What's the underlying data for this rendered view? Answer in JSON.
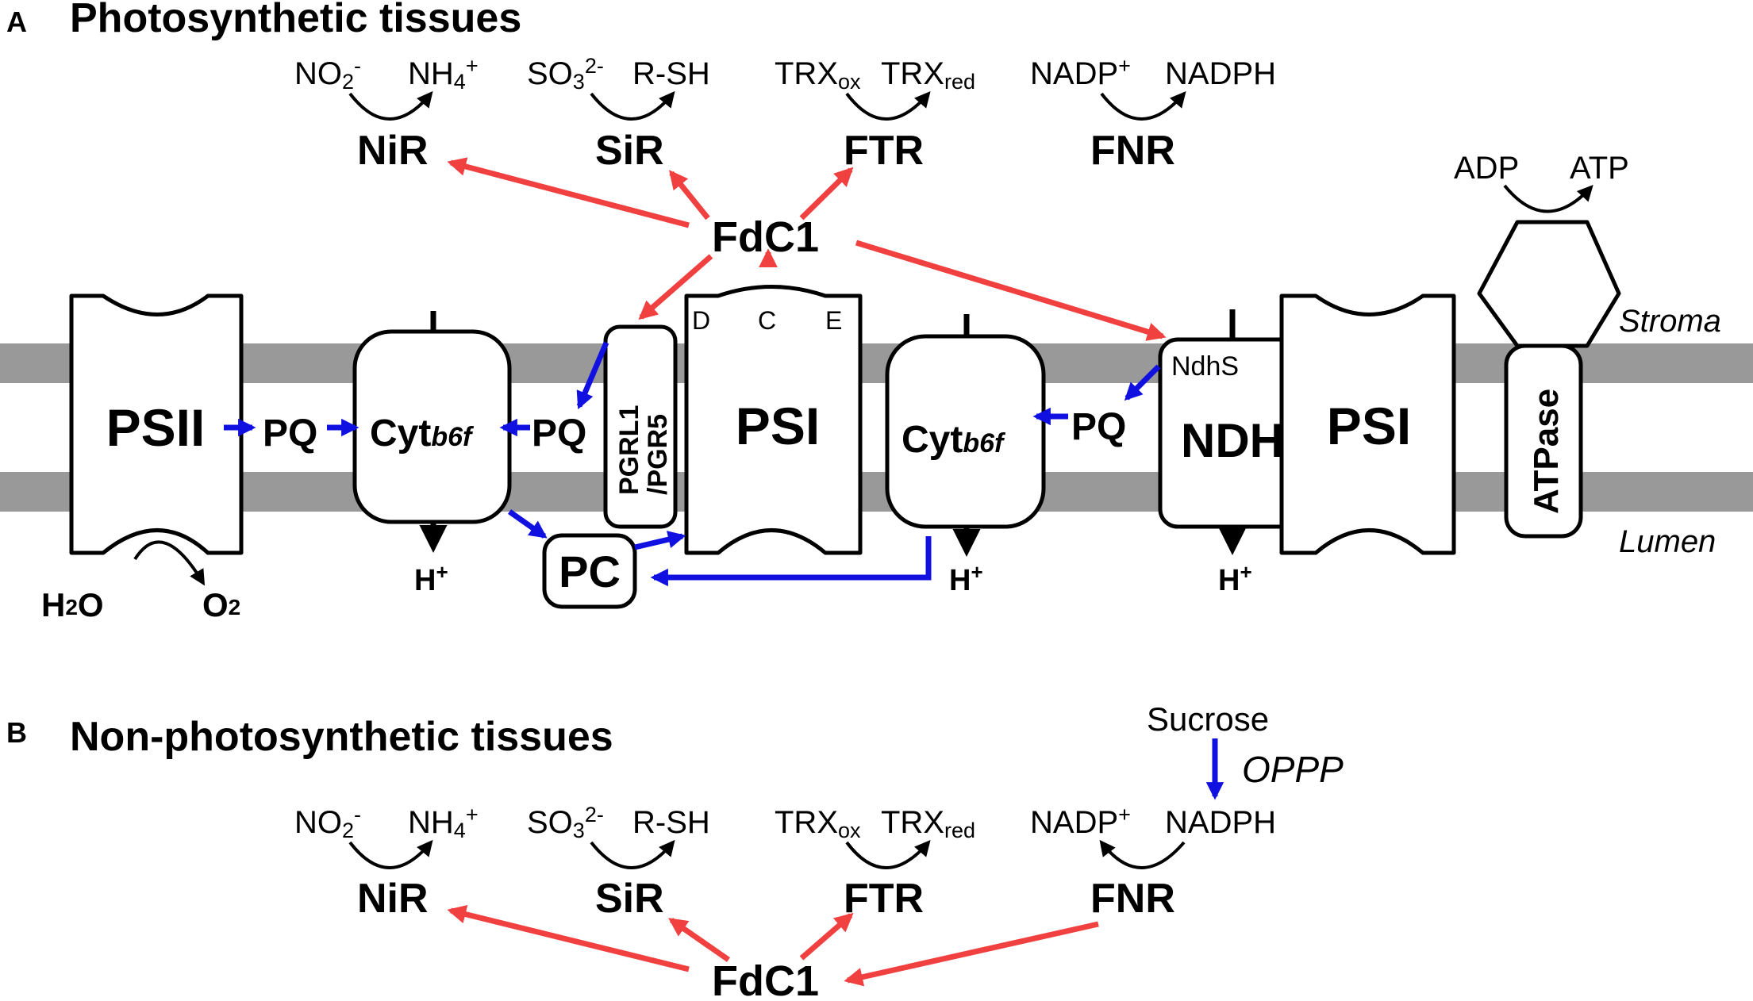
{
  "panel_a": {
    "letter": "A",
    "title": "Photosynthetic tissues",
    "reactions": {
      "nir": {
        "sub": "NO",
        "sub_sub": "2",
        "sub_sup": "-",
        "prod": "NH",
        "prod_sub": "4",
        "prod_sup": "+",
        "enzyme": "NiR"
      },
      "sir": {
        "sub": "SO",
        "sub_sub": "3",
        "sub_sup": "2-",
        "prod": "R-SH",
        "enzyme": "SiR"
      },
      "ftr": {
        "sub": "TRX",
        "sub_sub": "ox",
        "prod": "TRX",
        "prod_sub": "red",
        "enzyme": "FTR"
      },
      "fnr": {
        "sub": "NADP",
        "sub_sup": "+",
        "prod": "NADPH",
        "enzyme": "FNR"
      }
    },
    "fdc1": "FdC1",
    "atp": {
      "sub": "ADP",
      "prod": "ATP"
    },
    "stroma": "Stroma",
    "lumen": "Lumen",
    "psii": "PSII",
    "pq": "PQ",
    "cyt": "Cyt",
    "cyt_sub": "b6f",
    "pgrl": "PGRL1",
    "pgr5": "/PGR5",
    "psi": "PSI",
    "psi_d": "D",
    "psi_c": "C",
    "psi_e": "E",
    "ndh": "NDH",
    "ndhs": "NdhS",
    "atpase": "ATPase",
    "pc": "PC",
    "h": "H",
    "h_sup": "+",
    "h2o": "H",
    "h2o_sub": "2",
    "h2o_end": "O",
    "o2": "O",
    "o2_sub": "2"
  },
  "panel_b": {
    "letter": "B",
    "title": "Non-photosynthetic tissues",
    "sucrose": "Sucrose",
    "oppp": "OPPP",
    "fdc1": "FdC1"
  },
  "colors": {
    "red": "#f04040",
    "blue": "#1010e0",
    "membrane": "#999999",
    "black": "#000000"
  }
}
